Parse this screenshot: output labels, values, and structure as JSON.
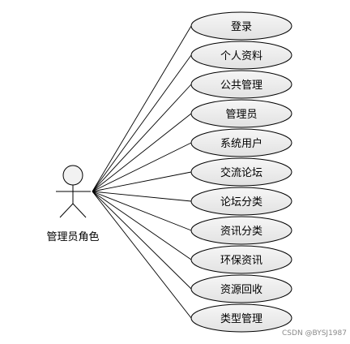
{
  "actor": {
    "label": "管理员角色"
  },
  "use_cases": [
    {
      "label": "登录"
    },
    {
      "label": "个人资料"
    },
    {
      "label": "公共管理"
    },
    {
      "label": "管理员"
    },
    {
      "label": "系统用户"
    },
    {
      "label": "交流论坛"
    },
    {
      "label": "论坛分类"
    },
    {
      "label": "资讯分类"
    },
    {
      "label": "环保资讯"
    },
    {
      "label": "资源回收"
    },
    {
      "label": "类型管理"
    }
  ],
  "watermark": "CSDN @BYSJ1987",
  "colors": {
    "ellipse_fill": "#ebebeb",
    "stroke": "#000000",
    "watermark": "#8a8a8a"
  }
}
